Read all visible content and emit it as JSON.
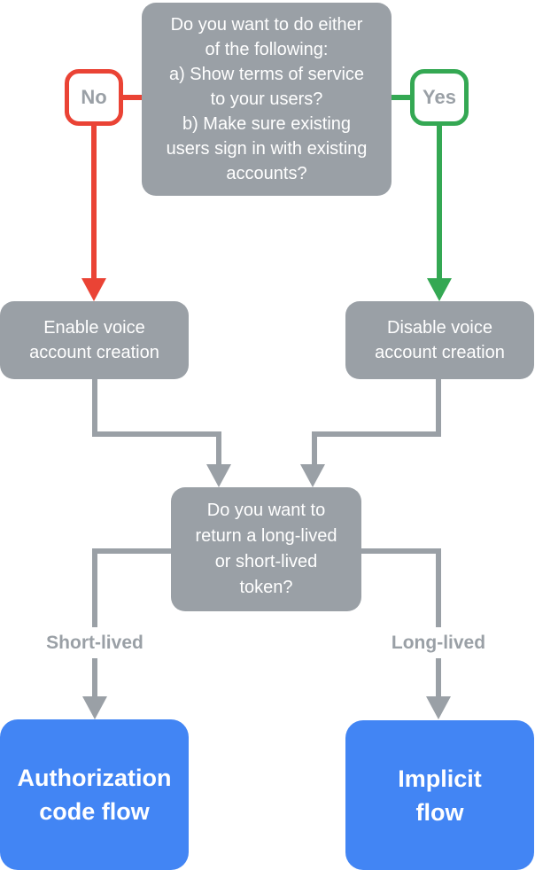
{
  "colors": {
    "box-gray": "#9AA0A6",
    "box-blue": "#4285F4",
    "line-red": "#EA4335",
    "line-green": "#34A853",
    "line-gray": "#9AA0A6",
    "text-white": "#FFFFFF",
    "text-gray": "#9AA0A6",
    "label-bg": "#FFFFFF"
  },
  "flowchart": {
    "question1": "Do you want to do either\nof the following:\na) Show terms of service\nto your users?\nb) Make sure existing\nusers sign in with existing\naccounts?",
    "no_label": "No",
    "yes_label": "Yes",
    "enable_box": "Enable voice\naccount creation",
    "disable_box": "Disable voice\naccount creation",
    "question2": "Do you want to\nreturn a long-lived\nor short-lived\ntoken?",
    "short_lived_label": "Short-lived",
    "long_lived_label": "Long-lived",
    "auth_box": "Authorization\ncode flow",
    "implicit_box": "Implicit\nflow"
  }
}
